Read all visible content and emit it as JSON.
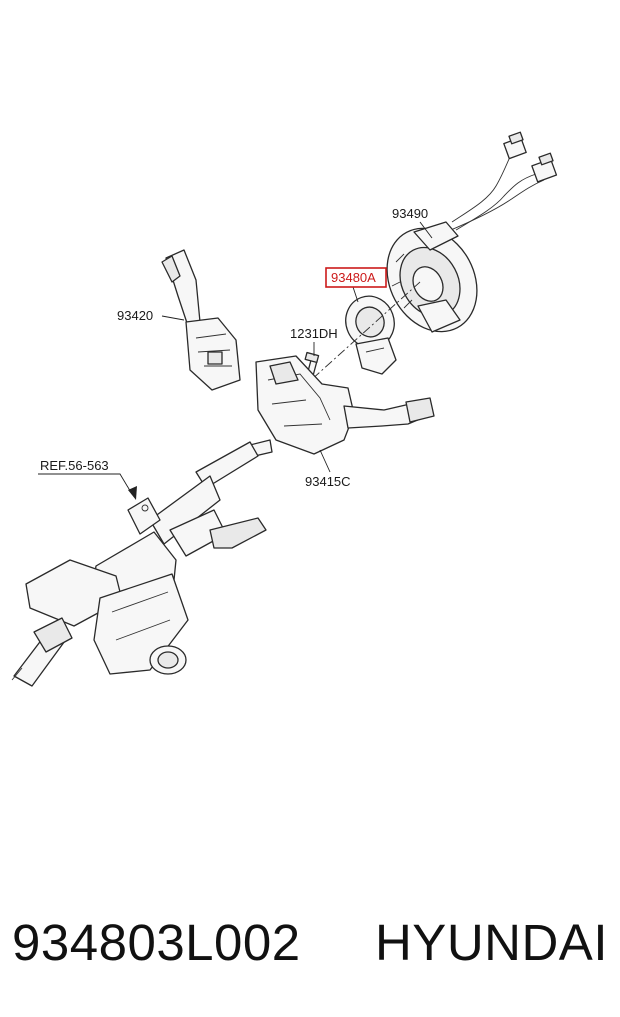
{
  "callouts": {
    "c93490": "93490",
    "c93480A": "93480A",
    "c93420": "93420",
    "c1231DH": "1231DH",
    "c93415C": "93415C",
    "ref": "REF.56-563"
  },
  "highlight_color": "#cc1a1a",
  "footer": {
    "part_number": "934803L002",
    "brand": "HYUNDAI"
  }
}
